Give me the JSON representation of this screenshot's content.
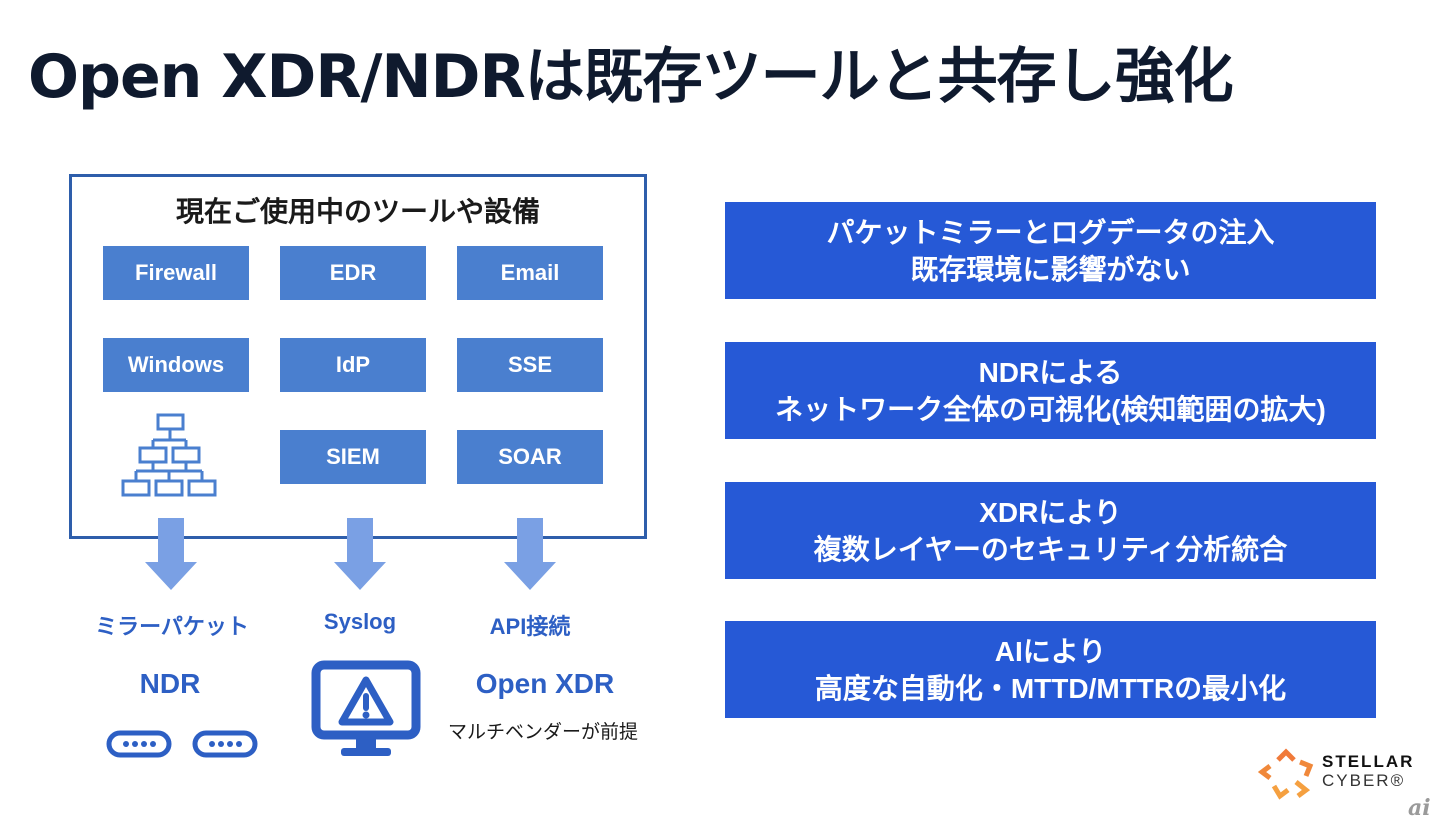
{
  "title": "Open XDR/NDRは既存ツールと共存し強化",
  "tools": {
    "heading": "現在ご使用中のツールや設備",
    "items": [
      "Firewall",
      "EDR",
      "Email",
      "Windows",
      "IdP",
      "SSE",
      "SIEM",
      "SOAR"
    ],
    "extra_icon": "org-hierarchy-icon"
  },
  "channels": [
    {
      "label": "ミラーパケット"
    },
    {
      "label": "Syslog"
    },
    {
      "label": "API接続"
    }
  ],
  "products": {
    "ndr": {
      "label": "NDR",
      "icon": "network-appliance-icon"
    },
    "monitor": {
      "icon": "monitor-alert-icon"
    },
    "xdr": {
      "label": "Open XDR",
      "note": "マルチベンダーが前提"
    }
  },
  "benefits": [
    {
      "line1": "パケットミラーとログデータの注入",
      "line2": "既存環境に影響がない"
    },
    {
      "line1": "NDRによる",
      "line2": "ネットワーク全体の可視化(検知範囲の拡大)"
    },
    {
      "line1": "XDRにより",
      "line2": "複数レイヤーのセキュリティ分析統合"
    },
    {
      "line1": "AIにより",
      "line2": "高度な自動化・MTTD/MTTRの最小化"
    }
  ],
  "logo": {
    "line1": "STELLAR",
    "line2": "CYBER®"
  },
  "watermark": "ai",
  "colors": {
    "title": "#0f1a2e",
    "frame": "#2e5eab",
    "tool_box": "#4a7fcf",
    "arrow": "#7aa0e4",
    "accent_text": "#2d5fc4",
    "benefit_box": "#2659d6",
    "logo_orange": "#f0883a"
  }
}
